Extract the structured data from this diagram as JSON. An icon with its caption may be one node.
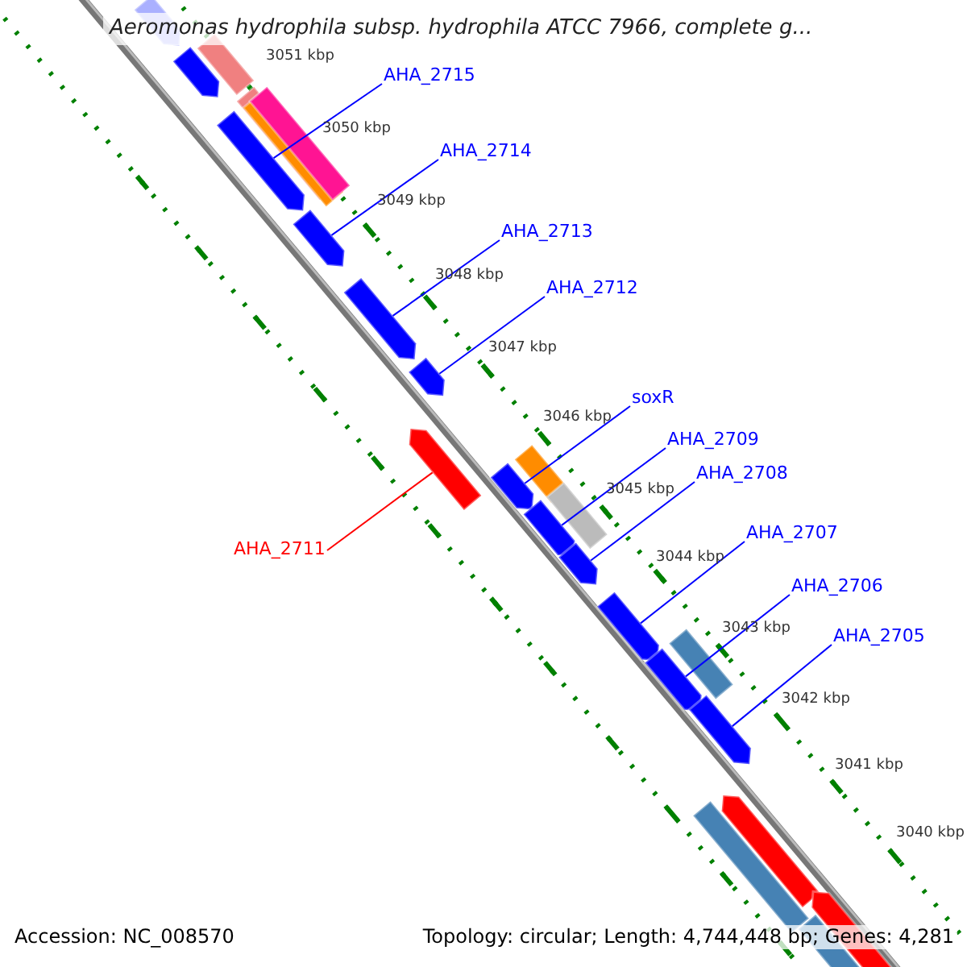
{
  "diagram": {
    "title": "Aeromonas hydrophila subsp. hydrophila ATCC 7966, complete g...",
    "nodes": [
      {
        "text": [
          "AHA_2715"
        ]
      },
      {
        "text": [
          "AHA_2714"
        ]
      },
      {
        "text": [
          "AHA_2713"
        ]
      },
      {
        "text": [
          "AHA_2712"
        ]
      },
      {
        "text": [
          "soxR"
        ]
      },
      {
        "text": [
          "AHA_2709"
        ]
      },
      {
        "text": [
          "AHA_2708"
        ]
      },
      {
        "text": [
          "AHA_2707"
        ]
      },
      {
        "text": [
          "AHA_2711"
        ]
      },
      {
        "text": [
          "AHA_2706"
        ]
      },
      {
        "text": [
          "AHA_2705"
        ]
      },
      {
        "text": [],
        "shape": "bar"
      },
      {
        "text": [],
        "shape": "bar"
      },
      {
        "text": [],
        "shape": "bar"
      },
      {
        "text": [],
        "shape": "bar"
      },
      {
        "text": [],
        "shape": "bar"
      },
      {
        "text": [],
        "shape": "bar"
      },
      {
        "text": [],
        "shape": "bar"
      },
      {
        "text": [],
        "shape": "bar"
      },
      {
        "text": [],
        "shape": "bar"
      },
      {
        "text": [],
        "shape": "bar"
      },
      {
        "text": [],
        "shape": "bar"
      },
      {
        "text": [],
        "shape": "bar"
      },
      {
        "text": [],
        "shape": "bar"
      },
      {
        "text": [],
        "shape": "bar"
      },
      {
        "text": [],
        "shape": "bar"
      }
    ],
    "edges": [
      {
        "from": 0,
        "to": 13,
        "arrow": "none"
      },
      {
        "from": 1,
        "to": 14,
        "arrow": "none"
      },
      {
        "from": 2,
        "to": 15,
        "arrow": "none"
      },
      {
        "from": 3,
        "to": 16,
        "arrow": "none"
      },
      {
        "from": 4,
        "to": 18,
        "arrow": "none"
      },
      {
        "from": 5,
        "to": 19,
        "arrow": "none"
      },
      {
        "from": 6,
        "to": 20,
        "arrow": "none"
      },
      {
        "from": 7,
        "to": 21,
        "arrow": "none"
      },
      {
        "from": 8,
        "to": 17,
        "arrow": "none",
        "color": "#ff0000"
      },
      {
        "from": 9,
        "to": 22,
        "arrow": "none"
      },
      {
        "from": 10,
        "to": 23,
        "arrow": "none"
      }
    ],
    "labels": [
      "3051 kbp",
      "3050 kbp",
      "3049 kbp",
      "3048 kbp",
      "3047 kbp",
      "3046 kbp",
      "3045 kbp",
      "3044 kbp",
      "3043 kbp",
      "3042 kbp",
      "3041 kbp",
      "3040 kbp",
      "Accession: NC_008570",
      "Topology: circular; Length: 4,744,448 bp; Genes: 4,281"
    ]
  }
}
